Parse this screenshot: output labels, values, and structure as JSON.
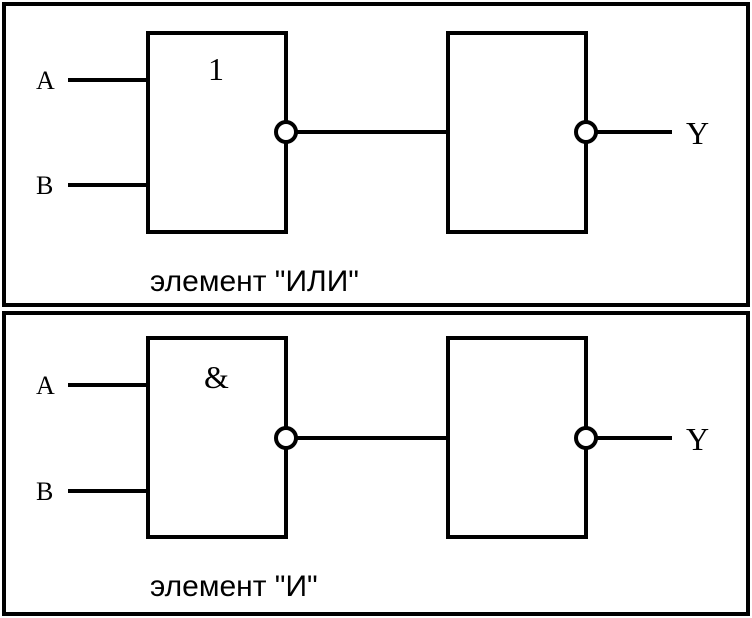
{
  "panels": [
    {
      "gate_symbol": "1",
      "input_a": "A",
      "input_b": "B",
      "output": "Y",
      "caption": "элемент \"ИЛИ\""
    },
    {
      "gate_symbol": "&",
      "input_a": "A",
      "input_b": "B",
      "output": "Y",
      "caption": "элемент \"И\""
    }
  ],
  "colors": {
    "line": "#000000",
    "background": "#ffffff"
  }
}
